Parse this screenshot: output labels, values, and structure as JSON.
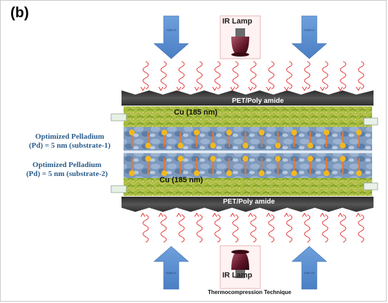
{
  "panel_label": "(b)",
  "lamp_top": {
    "label": "IR Lamp"
  },
  "lamp_bottom": {
    "label": "IR Lamp"
  },
  "arrows": {
    "top_left": "FORC E",
    "top_right": "FORC E",
    "bottom_left": "FORC E",
    "bottom_right": "FOR CE"
  },
  "layers": {
    "pet_top": "PET/Poly amide",
    "pet_bottom": "PET/Poly amide",
    "cu_top": "Cu (185 nm)",
    "cu_bottom": "Cu (185 nm)"
  },
  "pd_labels": {
    "upper_line1": "Optimized Pelladium",
    "upper_line2": "(Pd) = 5 nm (substrate-1)",
    "lower_line1": "Optimized Pelladium",
    "lower_line2": "(Pd) = 5 nm (substrate-2)"
  },
  "caption": "Thermocompression Technique",
  "colors": {
    "arrow_blue": "#5b8fd0",
    "wave_red": "#e02020",
    "pet_gray": "#4a4a4a",
    "cu_green": "#9cb83a",
    "pd_blue": "#6b8fb5",
    "dot_yellow": "#f2b822",
    "stick_orange": "#e07a3a"
  }
}
